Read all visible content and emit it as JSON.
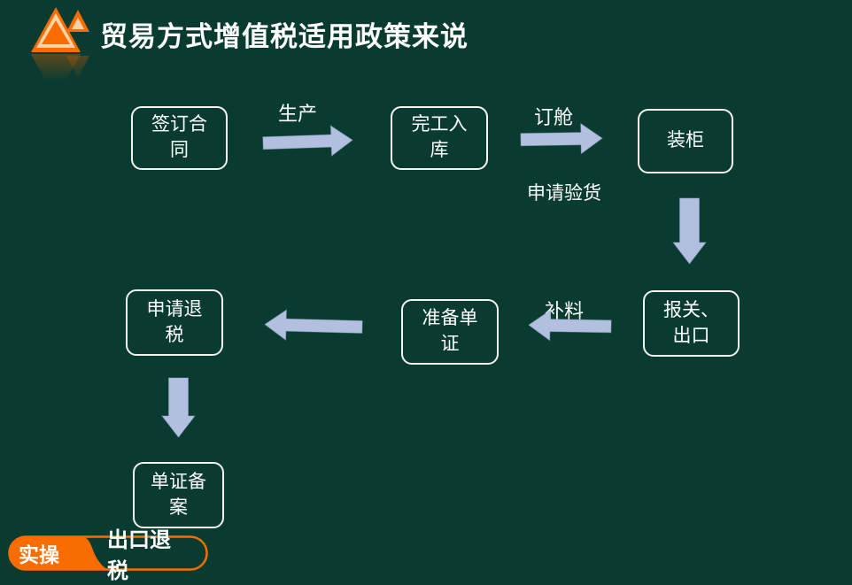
{
  "title": "贸易方式增值税适用政策来说",
  "colors": {
    "background": "#0a3b30",
    "orange": "#f96c00",
    "arrow_fill": "#b3bfdf",
    "arrow_edge": "#93a3cd",
    "box_border": "#f5f3ef",
    "text": "#ffffff",
    "logo_inner": "#ffd2a6"
  },
  "flow": {
    "nodes": [
      {
        "id": "sign-contract",
        "label": "签订合\n同"
      },
      {
        "id": "finish-warehouse",
        "label": "完工入\n库"
      },
      {
        "id": "load-container",
        "label": "装柜"
      },
      {
        "id": "customs-export",
        "label": "报关、\n出口"
      },
      {
        "id": "prepare-documents",
        "label": "准备单\n证"
      },
      {
        "id": "apply-tax-refund",
        "label": "申请退\n税"
      },
      {
        "id": "document-filing",
        "label": "单证备\n案"
      }
    ],
    "edge_labels": [
      {
        "id": "production",
        "label": "生产"
      },
      {
        "id": "booking",
        "label": "订舱"
      },
      {
        "id": "apply-inspection",
        "label": "申请验货"
      },
      {
        "id": "supplement-materials",
        "label": "补料"
      }
    ]
  },
  "footer": {
    "badge_left": "实操",
    "badge_right": "出口退税"
  }
}
